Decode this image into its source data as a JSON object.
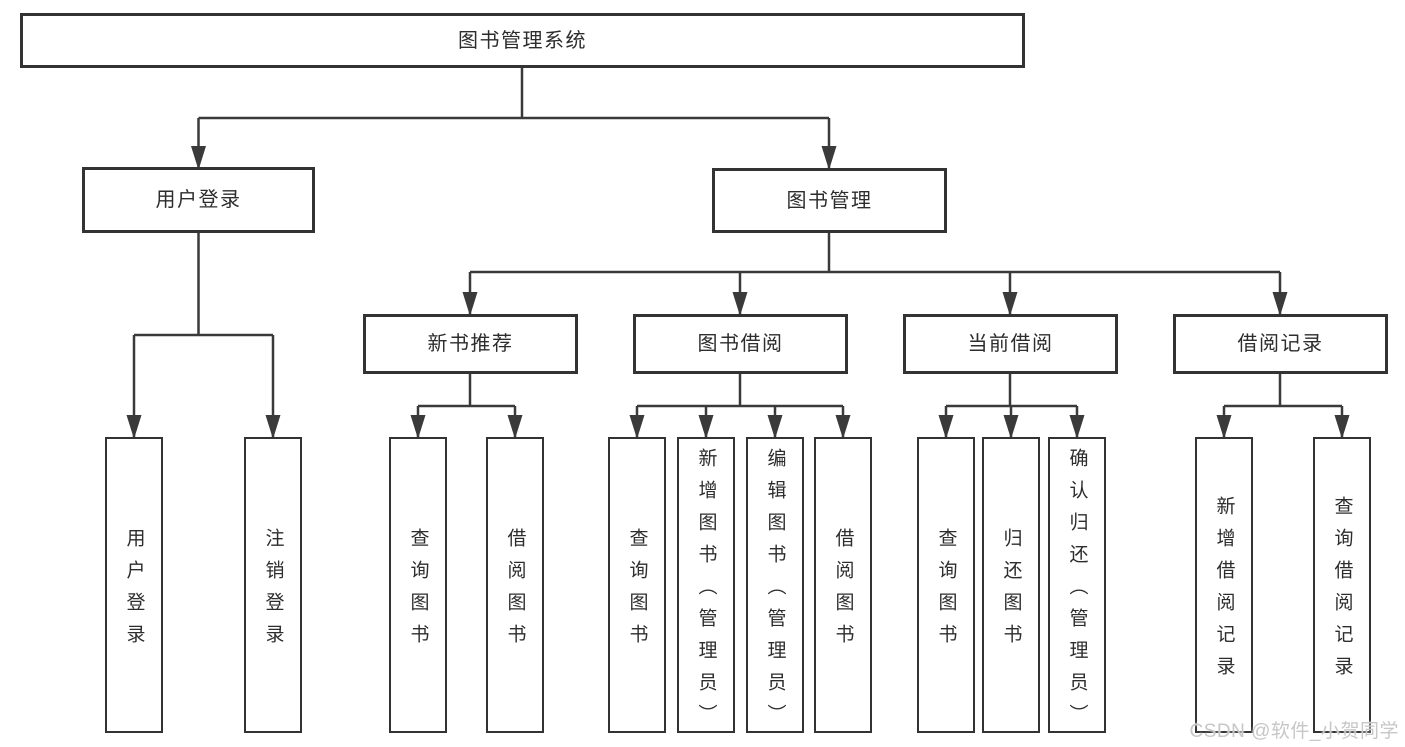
{
  "diagram": {
    "tree": {
      "label": "图书管理系统",
      "children": [
        {
          "label": "用户登录",
          "children": [
            {
              "label": "用户登录"
            },
            {
              "label": "注销登录"
            }
          ]
        },
        {
          "label": "图书管理",
          "children": [
            {
              "label": "新书推荐",
              "children": [
                {
                  "label": "查询图书"
                },
                {
                  "label": "借阅图书"
                }
              ]
            },
            {
              "label": "图书借阅",
              "children": [
                {
                  "label": "查询图书"
                },
                {
                  "label": "新增图书（管理员）"
                },
                {
                  "label": "编辑图书（管理员）"
                },
                {
                  "label": "借阅图书"
                }
              ]
            },
            {
              "label": "当前借阅",
              "children": [
                {
                  "label": "查询图书"
                },
                {
                  "label": "归还图书"
                },
                {
                  "label": "确认归还（管理员）"
                }
              ]
            },
            {
              "label": "借阅记录",
              "children": [
                {
                  "label": "新增借阅记录"
                },
                {
                  "label": "查询借阅记录"
                }
              ]
            }
          ]
        }
      ]
    },
    "colors": {
      "line": "#3a3a3a",
      "box_border": "#333333",
      "text": "#2d2d2d",
      "background": "#ffffff",
      "watermark": "#c7c7c7"
    },
    "watermark": "CSDN @软件_小贺同学"
  }
}
